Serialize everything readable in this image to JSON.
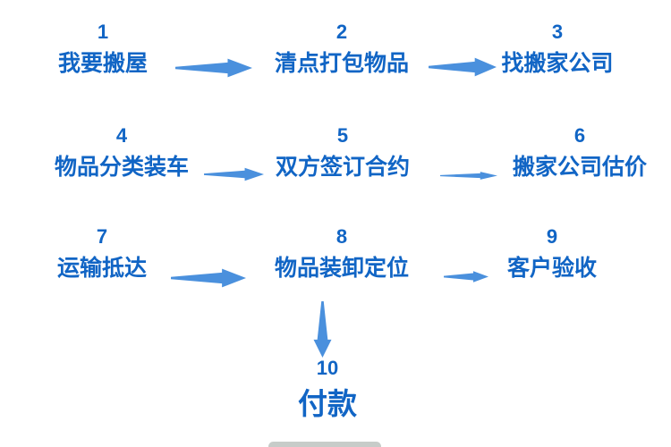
{
  "diagram": {
    "type": "flowchart",
    "topic": "moving-house process steps"
  },
  "colors": {
    "step_text": "#1165c5",
    "arrow": "#4a90dd",
    "bottom_bar": "#c7ccc9"
  },
  "steps": [
    {
      "number": "1",
      "label": "我要搬屋"
    },
    {
      "number": "2",
      "label": "清点打包物品"
    },
    {
      "number": "3",
      "label": "找搬家公司"
    },
    {
      "number": "4",
      "label": "物品分类装车"
    },
    {
      "number": "5",
      "label": "双方签订合约"
    },
    {
      "number": "6",
      "label": "搬家公司估价"
    },
    {
      "number": "7",
      "label": "运输抵达"
    },
    {
      "number": "8",
      "label": "物品装卸定位"
    },
    {
      "number": "9",
      "label": "客户验收"
    },
    {
      "number": "10",
      "label": "付款"
    }
  ],
  "connections": [
    {
      "from": "1",
      "to": "2",
      "direction": "right"
    },
    {
      "from": "2",
      "to": "3",
      "direction": "right"
    },
    {
      "from": "4",
      "to": "5",
      "direction": "right"
    },
    {
      "from": "5",
      "to": "6",
      "direction": "right"
    },
    {
      "from": "7",
      "to": "8",
      "direction": "right"
    },
    {
      "from": "8",
      "to": "9",
      "direction": "right"
    },
    {
      "from": "8",
      "to": "10",
      "direction": "down"
    }
  ]
}
